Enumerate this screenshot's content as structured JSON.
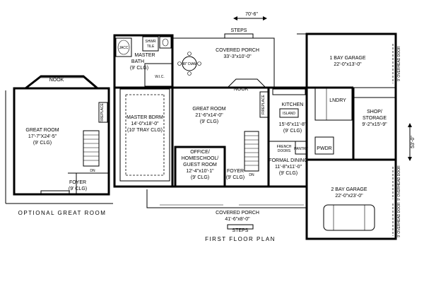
{
  "dimensions": {
    "width": "70'-6\"",
    "depth": "53'-0\""
  },
  "captions": {
    "optional": "OPTIONAL GREAT ROOM",
    "first_floor": "FIRST FLOOR PLAN"
  },
  "steps": [
    "STEPS",
    "STEPS"
  ],
  "rooms": {
    "optional_great_room": {
      "name": "GREAT ROOM",
      "size": "17'-7\"X24'-5\"",
      "clg": "(9' CLG)"
    },
    "optional_nook": "NOOK",
    "optional_foyer": {
      "name": "FOYER",
      "clg": "(9' CLG)"
    },
    "master_bath": {
      "name": "MASTER",
      "name2": "BATH",
      "clg": "(9' CLG)"
    },
    "jacuzzi": "JACC",
    "shower": {
      "line1": "SHWR",
      "line2": "TILE"
    },
    "wic": "W.I.C.",
    "master_bdrm": {
      "name": "MASTER BDRM",
      "size": "14'-0\"x18'-0\"",
      "clg": "(10' TRAY CLG)"
    },
    "covered_porch_rear": {
      "name": "COVERED PORCH",
      "size": "33'-3\"x10'-0\""
    },
    "table": "48\" DIAM",
    "great_room": {
      "name": "GREAT ROOM",
      "size": "21'-6\"x14'-0\"",
      "clg": "(9' CLG)"
    },
    "nook": "NOOK",
    "kitchen": {
      "name": "KITCHEN",
      "island": "ISLAND",
      "size": "15'-6\"x11'-8\"",
      "clg": "(9' CLG)"
    },
    "laundry": "LNDRY",
    "office": {
      "line1": "OFFICE/",
      "line2": "HOMESCHOOL/",
      "line3": "GUEST ROOM",
      "size": "12'-4\"x10'-1\"",
      "clg": "(9' CLG)"
    },
    "foyer": {
      "name": "FOYER",
      "clg": "(9' CLG)"
    },
    "formal_dining": {
      "name": "FORMAL DINING",
      "size": "11'-8\"x11'-0\"",
      "clg": "(9' CLG)"
    },
    "french_doors": {
      "line1": "FRENCH",
      "line2": "DOORS"
    },
    "pantry": "PANTRY",
    "powder": "PWDR",
    "garage_1": {
      "name": "1 BAY GARAGE",
      "size": "22'-0\"x13'-0\""
    },
    "shop": {
      "name": "SHOP/",
      "name2": "STORAGE",
      "size": "9'-2\"x15'-9\""
    },
    "garage_2": {
      "name": "2 BAY GARAGE",
      "size": "22'-0\"x23'-0\""
    },
    "covered_porch_front": {
      "name": "COVERED PORCH",
      "size": "41'-6\"x8'-0\""
    }
  },
  "overhead_doors": [
    "9' OVERHEAD DOOR",
    "9' OVERHEAD DOOR",
    "9' OVERHEAD DOOR"
  ],
  "fireplaces": [
    "FIREPLACE",
    "FIREPLACE"
  ],
  "stair_labels": [
    "DN",
    "DN"
  ]
}
